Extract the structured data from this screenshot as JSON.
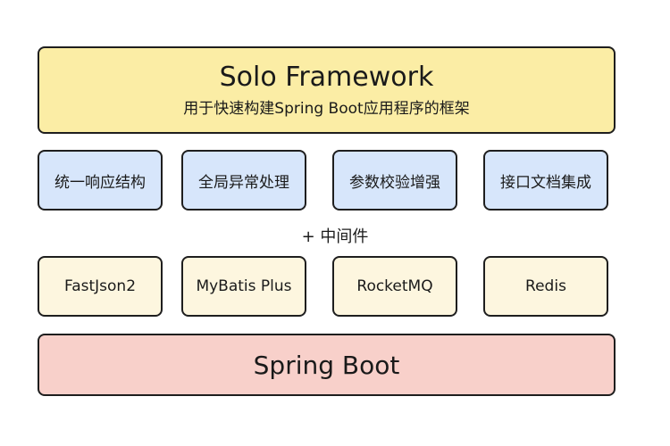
{
  "header": {
    "title": "Solo Framework",
    "subtitle": "用于快速构建Spring Boot应用程序的框架"
  },
  "features": [
    "统一响应结构",
    "全局异常处理",
    "参数校验增强",
    "接口文档集成"
  ],
  "middleware_label": "+ 中间件",
  "middleware": [
    "FastJson2",
    "MyBatis Plus",
    "RocketMQ",
    "Redis"
  ],
  "footer": {
    "label": "Spring Boot"
  },
  "colors": {
    "header_fill": "#fbeda5",
    "feature_fill": "#d7e6fb",
    "middleware_fill": "#fdf6df",
    "footer_fill": "#f8d0ca",
    "border": "#1e1e1e"
  }
}
